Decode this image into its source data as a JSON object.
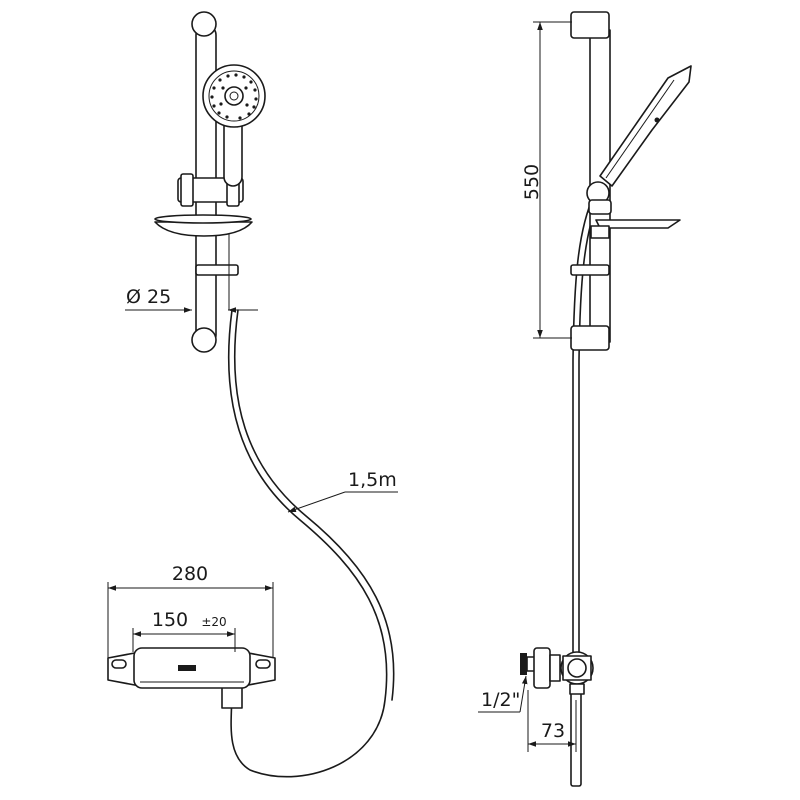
{
  "dimensions": {
    "bar_diameter": "Ø 25",
    "hose_length": "1,5m",
    "mixer_width": "280",
    "inlet_spacing": "150",
    "inlet_tolerance": "±20",
    "rail_height": "550",
    "thread_size": "1/2\"",
    "wall_offset": "73"
  }
}
